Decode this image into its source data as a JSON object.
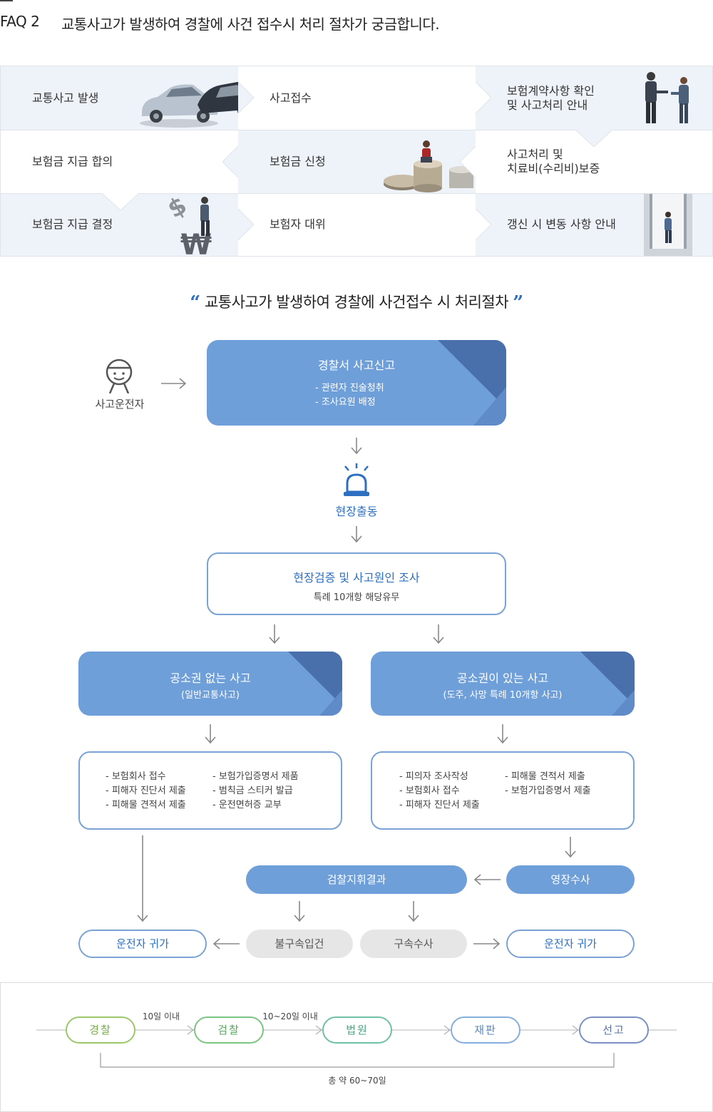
{
  "header": {
    "faq_label": "FAQ 2",
    "question": "교통사고가 발생하여 경찰에 사건 접수시 처리 절차가 궁금합니다."
  },
  "process_grid": [
    {
      "label": "교통사고 발생",
      "image": "cars-image"
    },
    {
      "label": "사고접수",
      "image": ""
    },
    {
      "label": "보험계약사항 확인\n및 사고처리 안내",
      "image": "businessmen-image"
    },
    {
      "label": "보험금 지급 합의",
      "image": ""
    },
    {
      "label": "보험금 신청",
      "image": "coins-image"
    },
    {
      "label": "사고처리 및\n치료비(수리비)보증",
      "image": ""
    },
    {
      "label": "보험금 지급 결정",
      "image": "currency-image"
    },
    {
      "label": "보험자 대위",
      "image": ""
    },
    {
      "label": "갱신 시 변동 사항 안내",
      "image": "doorway-image"
    }
  ],
  "flow": {
    "title": "교통사고가 발생하여 경찰에 사건접수 시 처리절차",
    "quote_open": "“",
    "quote_close": "”",
    "driver_label": "사고운전자",
    "report": {
      "title": "경찰서 사고신고",
      "items": [
        "-  관련자 진술청취",
        "-  조사요원 배정"
      ]
    },
    "dispatch_label": "현장출동",
    "investigation": {
      "title": "현장검증 및 사고원인 조사",
      "subtitle": "특례 10개항 해당유무"
    },
    "no_prosecution": {
      "title": "공소권 없는 사고",
      "subtitle": "(일반교통사고)",
      "col1": [
        "- 보험회사 접수",
        "- 피해자 진단서 제출",
        "- 피해물 견적서 제출"
      ],
      "col2": [
        "- 보험가입증명서 제품",
        "- 범칙금 스티커 발급",
        "- 운전면허증 교부"
      ]
    },
    "with_prosecution": {
      "title": "공소권이 있는 사고",
      "subtitle": "(도주, 사망 특례 10개항 사고)",
      "col1": [
        "- 피의자 조사작성",
        "- 보험회사 접수",
        "- 피해자 진단서 제출"
      ],
      "col2": [
        "- 피해물 견적서 제출",
        "- 보험가입증명서 제출"
      ]
    },
    "warrant": "영장수사",
    "prosecutor_result": "검찰지휘결과",
    "no_detention": "불구속입건",
    "detention": "구속수사",
    "return_left": "운전자 귀가",
    "return_right": "운전자 귀가"
  },
  "timeline": {
    "stages": [
      {
        "label": "경찰",
        "color": "#9cc86a"
      },
      {
        "label": "검찰",
        "color": "#7cc482"
      },
      {
        "label": "법원",
        "color": "#70c0a4"
      },
      {
        "label": "재판",
        "color": "#86aedc"
      },
      {
        "label": "선고",
        "color": "#7a90c2"
      }
    ],
    "gap1": "10일 이내",
    "gap2": "10~20일 이내",
    "total": "총 약 60~70일"
  }
}
